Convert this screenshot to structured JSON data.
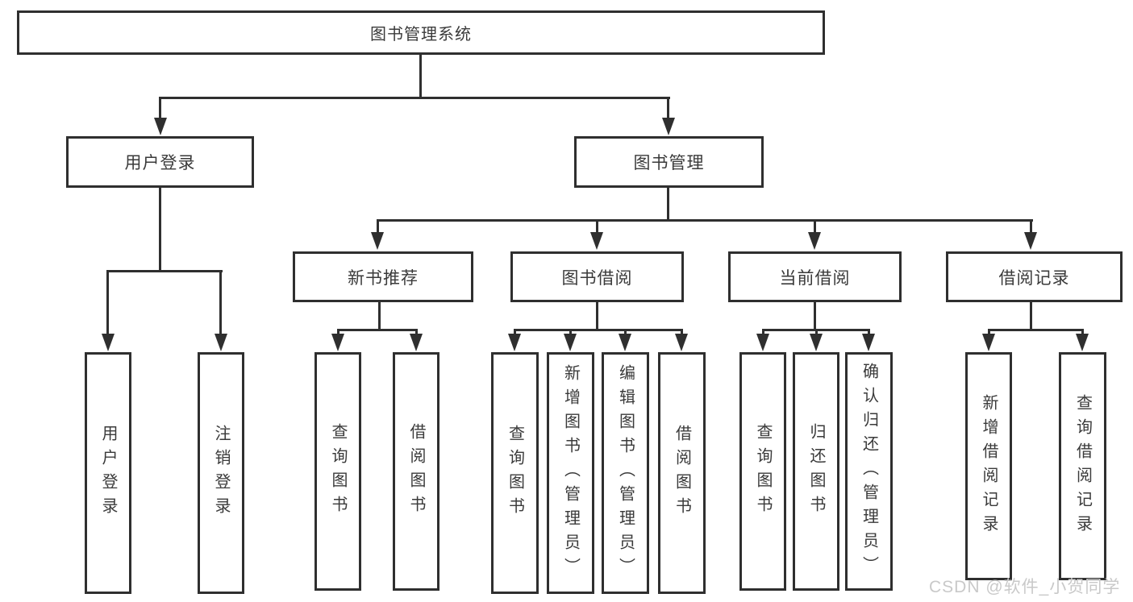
{
  "tree": {
    "root": {
      "label": "图书管理系统",
      "children": [
        {
          "label": "用户登录",
          "children": [
            {
              "label": "用户登录"
            },
            {
              "label": "注销登录"
            }
          ]
        },
        {
          "label": "图书管理",
          "children": [
            {
              "label": "新书推荐",
              "children": [
                {
                  "label": "查询图书"
                },
                {
                  "label": "借阅图书"
                }
              ]
            },
            {
              "label": "图书借阅",
              "children": [
                {
                  "label": "查询图书"
                },
                {
                  "label": "新增图书（管理员）"
                },
                {
                  "label": "编辑图书（管理员）"
                },
                {
                  "label": "借阅图书"
                }
              ]
            },
            {
              "label": "当前借阅",
              "children": [
                {
                  "label": "查询图书"
                },
                {
                  "label": "归还图书"
                },
                {
                  "label": "确认归还（管理员）"
                }
              ]
            },
            {
              "label": "借阅记录",
              "children": [
                {
                  "label": "新增借阅记录"
                },
                {
                  "label": "查询借阅记录"
                }
              ]
            }
          ]
        }
      ]
    }
  },
  "watermark": {
    "text": "CSDN @软件_小贺同学"
  },
  "colors": {
    "line": "#2f2f2f",
    "box_border": "#2f2f2f",
    "text": "#3a3a3a",
    "watermark": "#c9c9c9",
    "background": "#ffffff"
  }
}
